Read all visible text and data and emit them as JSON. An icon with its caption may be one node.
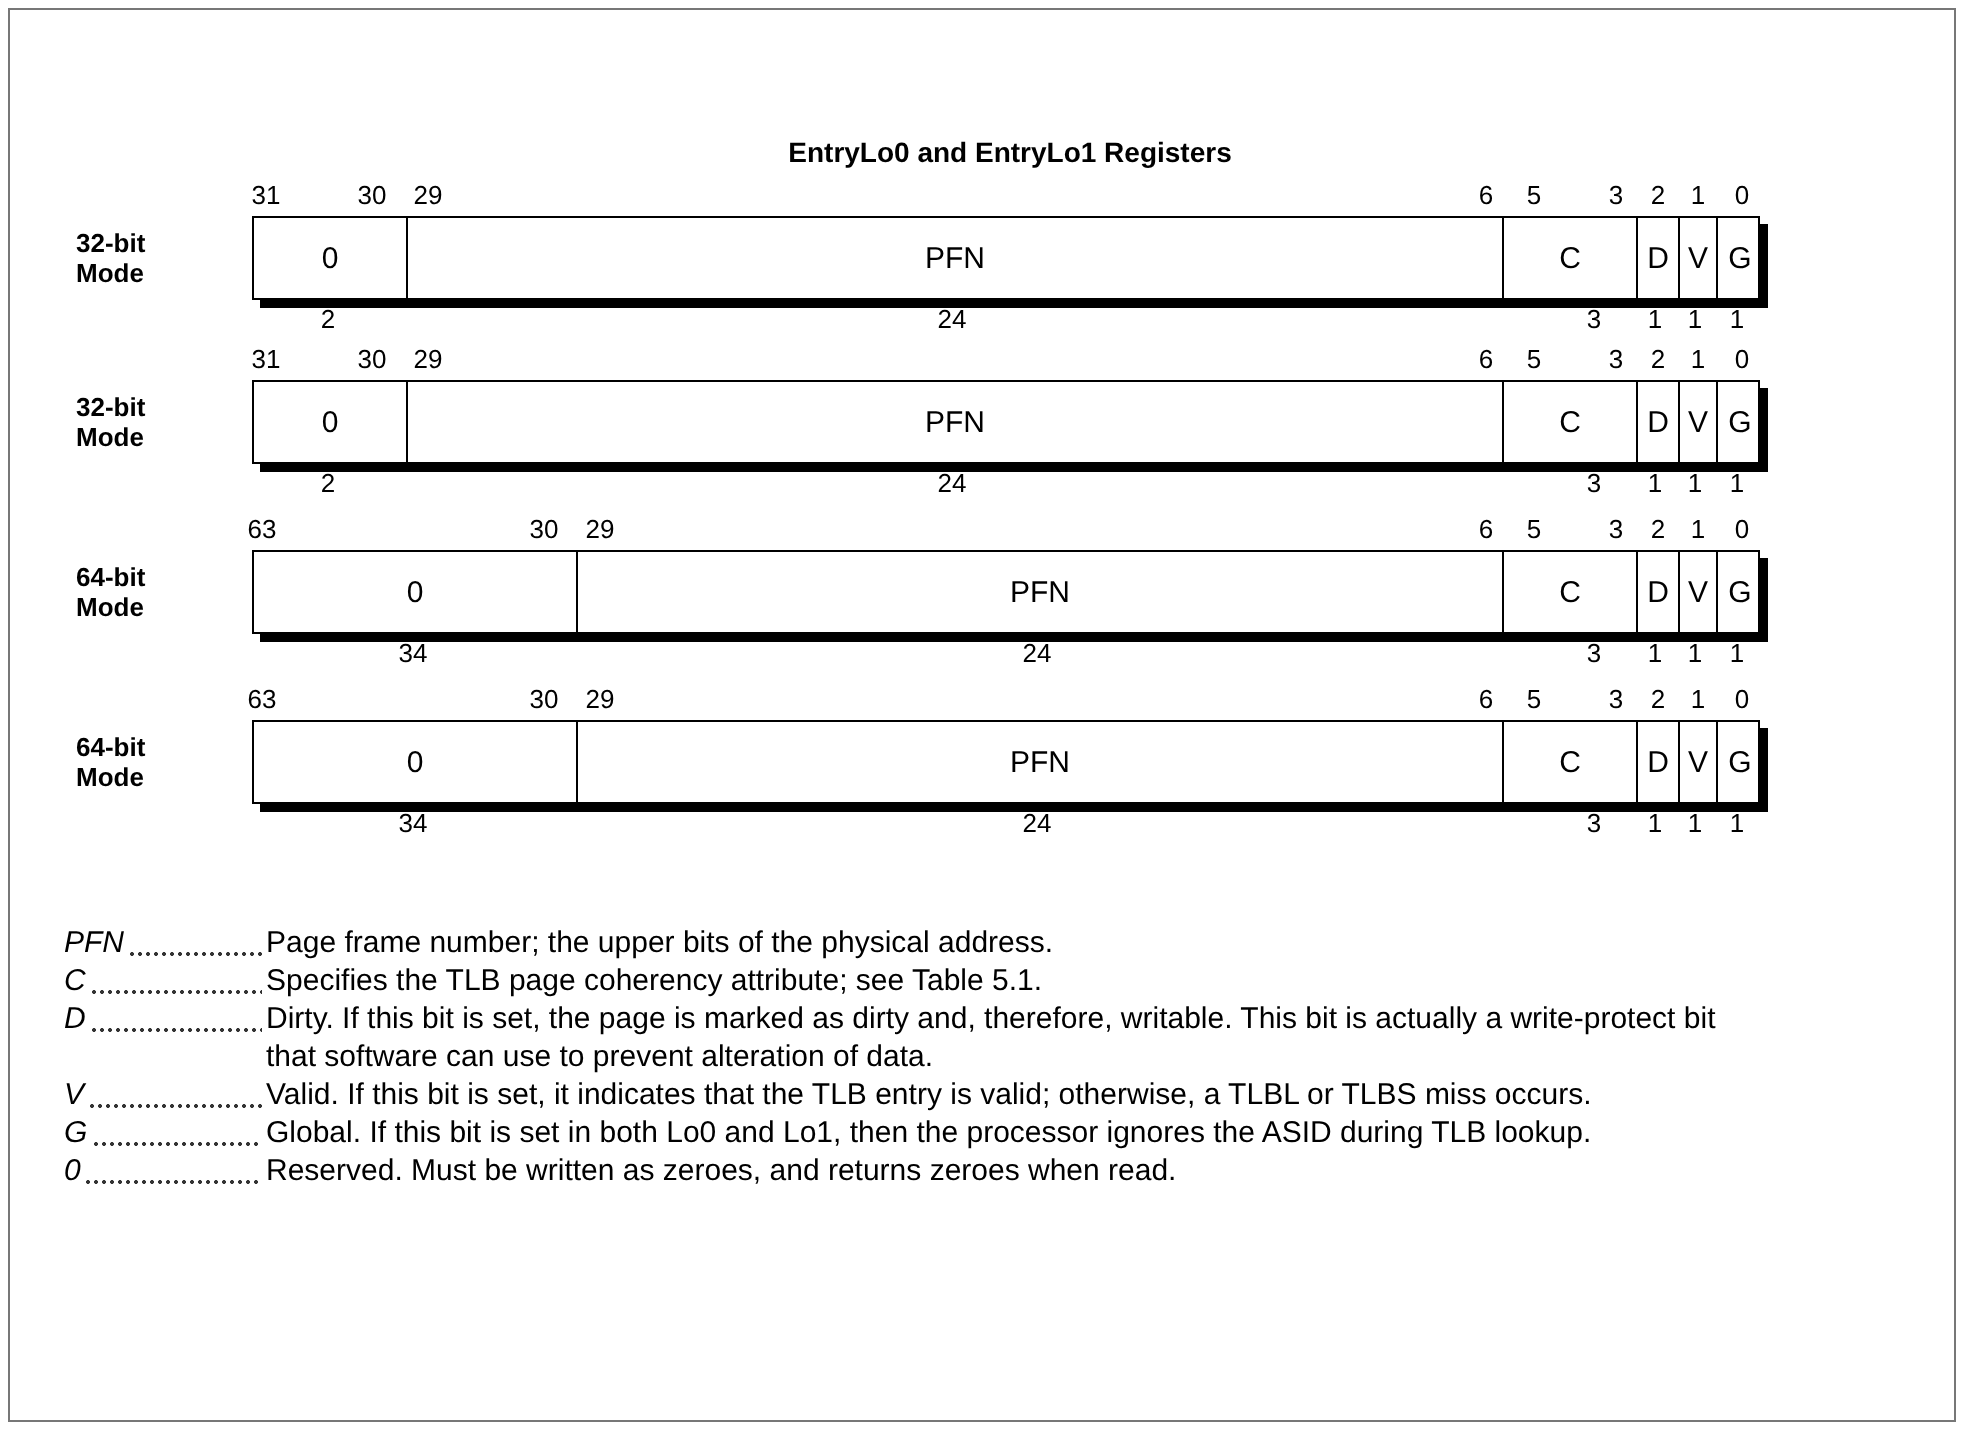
{
  "diagram": {
    "title": "EntryLo0 and EntryLo1 Registers",
    "nodes": [
      {
        "text": [
          "0"
        ],
        "beside": [
          "2"
        ]
      },
      {
        "text": [
          "PFN"
        ],
        "beside": [
          "24"
        ]
      },
      {
        "text": [
          "C"
        ],
        "beside": [
          "3"
        ]
      },
      {
        "text": [
          "D"
        ],
        "beside": [
          "1"
        ]
      },
      {
        "text": [
          "V"
        ],
        "beside": [
          "1"
        ]
      },
      {
        "text": [
          "G"
        ],
        "beside": [
          "1"
        ]
      },
      {
        "text": [
          "0"
        ],
        "beside": [
          "2"
        ]
      },
      {
        "text": [
          "PFN"
        ],
        "beside": [
          "24"
        ]
      },
      {
        "text": [
          "C"
        ],
        "beside": [
          "3"
        ]
      },
      {
        "text": [
          "D"
        ],
        "beside": [
          "1"
        ]
      },
      {
        "text": [
          "V"
        ],
        "beside": [
          "1"
        ]
      },
      {
        "text": [
          "G"
        ],
        "beside": [
          "1"
        ]
      },
      {
        "text": [
          "0"
        ],
        "beside": [
          "34"
        ]
      },
      {
        "text": [
          "PFN"
        ],
        "beside": [
          "24"
        ]
      },
      {
        "text": [
          "C"
        ],
        "beside": [
          "3"
        ]
      },
      {
        "text": [
          "D"
        ],
        "beside": [
          "1"
        ]
      },
      {
        "text": [
          "V"
        ],
        "beside": [
          "1"
        ]
      },
      {
        "text": [
          "G"
        ],
        "beside": [
          "1"
        ]
      },
      {
        "text": [
          "0"
        ],
        "beside": [
          "34"
        ]
      },
      {
        "text": [
          "PFN"
        ],
        "beside": [
          "24"
        ]
      },
      {
        "text": [
          "C"
        ],
        "beside": [
          "3"
        ]
      },
      {
        "text": [
          "D"
        ],
        "beside": [
          "1"
        ]
      },
      {
        "text": [
          "V"
        ],
        "beside": [
          "1"
        ]
      },
      {
        "text": [
          "G"
        ],
        "beside": [
          "1"
        ]
      }
    ],
    "edges": [],
    "labels": [
      "31",
      "30",
      "29",
      "6",
      "5",
      "3",
      "2",
      "1",
      "0",
      "32-bit Mode",
      "31",
      "30",
      "29",
      "6",
      "5",
      "3",
      "2",
      "1",
      "0",
      "32-bit Mode",
      "63",
      "30",
      "29",
      "6",
      "5",
      "3",
      "2",
      "1",
      "0",
      "64-bit Mode",
      "63",
      "30",
      "29",
      "6",
      "5",
      "3",
      "2",
      "1",
      "0",
      "64-bit Mode",
      "PFN",
      "Page frame number; the upper bits of the physical address.",
      "C",
      "Specifies the TLB page coherency attribute; see Table 5.1.",
      "D",
      "Dirty. If this bit is set, the page is marked as dirty and, therefore, writable. This bit is actually a write-protect bit that software can use to prevent alteration of data.",
      "V",
      "Valid. If this bit is set, it indicates that the TLB entry is valid; otherwise, a TLBL or TLBS miss occurs.",
      "G",
      "Global. If this bit is set in both Lo0 and Lo1, then the processor ignores the ASID during TLB lookup.",
      "0",
      "Reserved. Must be written as zeroes, and returns zeroes when read."
    ]
  }
}
